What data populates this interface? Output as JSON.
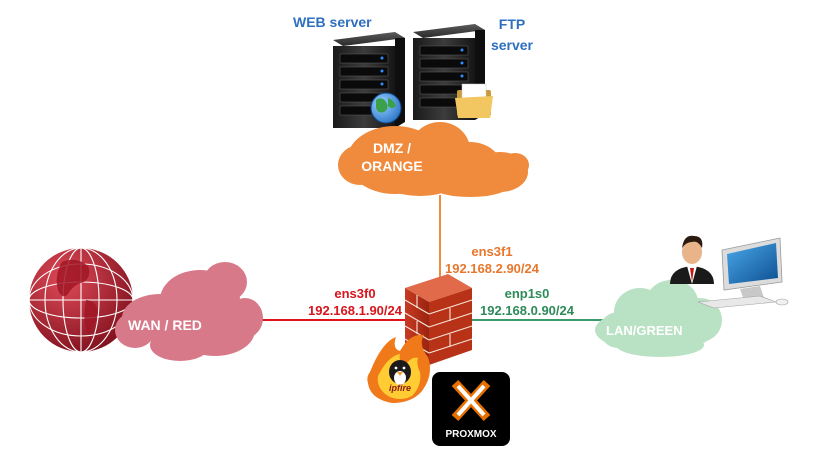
{
  "servers": {
    "web_label": "WEB server",
    "ftp_label_line1": "FTP",
    "ftp_label_line2": "server"
  },
  "zones": {
    "dmz_line1": "DMZ /",
    "dmz_line2": "ORANGE",
    "wan": "WAN / RED",
    "lan": "LAN/GREEN"
  },
  "interfaces": {
    "dmz_name": "ens3f1",
    "dmz_ip": "192.168.2.90/24",
    "wan_name": "ens3f0",
    "wan_ip": "192.168.1.90/24",
    "lan_name": "enp1s0",
    "lan_ip": "192.168.0.90/24"
  },
  "logos": {
    "ipfire_text": "ipfire",
    "proxmox_text": "PROXMOX"
  },
  "colors": {
    "server_label": "#2e6fc0",
    "orange": "#f08a3c",
    "orange_text": "#e8772e",
    "red_line": "#e0121a",
    "red_text": "#d8141c",
    "green_line": "#3a9a6a",
    "green_text": "#2f8a5a",
    "wan_cloud": "#d8798a",
    "lan_cloud": "#b9e1c3"
  }
}
